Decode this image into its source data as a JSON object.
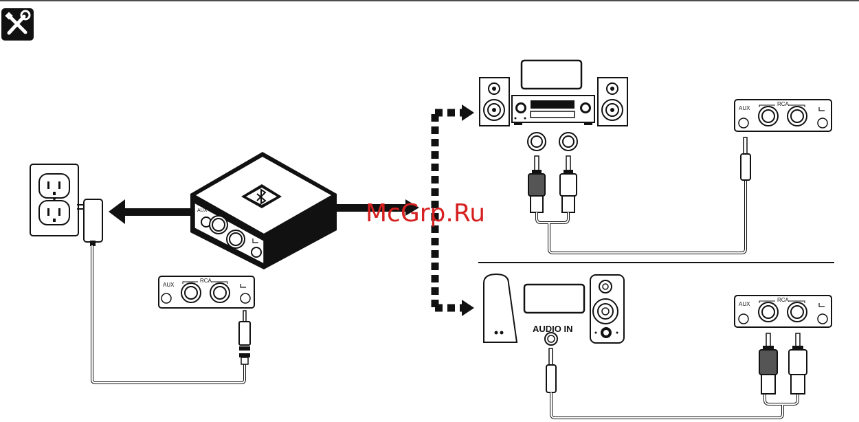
{
  "header": {
    "icon": "tools-icon"
  },
  "panels": {
    "port_aux": "AUX",
    "port_rca": "RCA"
  },
  "speakers": {
    "audio_in_label": "AUDIO IN"
  },
  "watermark": "McGrp.Ru",
  "colors": {
    "ink": "#111111",
    "watermark": "#d62020"
  }
}
